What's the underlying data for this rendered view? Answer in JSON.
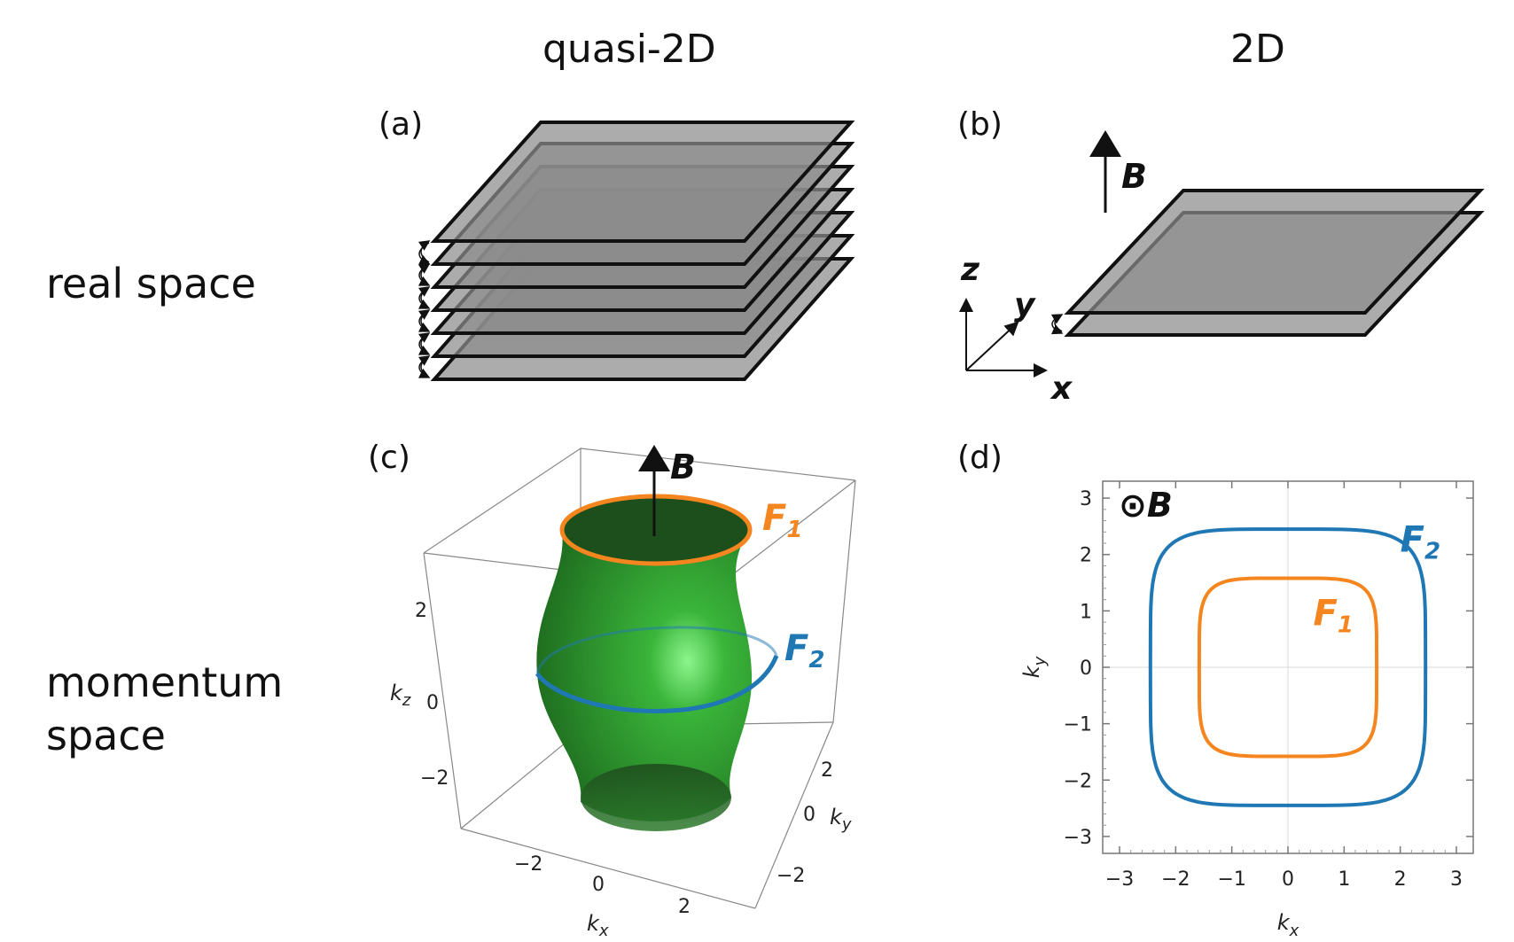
{
  "columns": {
    "quasi2d": "quasi-2D",
    "twod": "2D"
  },
  "rows": {
    "real": "real space",
    "momentum": [
      "momentum",
      "space"
    ]
  },
  "panels": {
    "a": "(a)",
    "b": "(b)",
    "c": "(c)",
    "d": "(d)"
  },
  "labels": {
    "B": "B",
    "odotB": "⊙B",
    "F1": "F",
    "F1_sub": "1",
    "F2": "F",
    "F2_sub": "2",
    "axis_x": "x",
    "axis_y": "y",
    "axis_z": "z"
  },
  "colors": {
    "orange": "#f5851f",
    "blue": "#1f77b4",
    "green": "#2f9e2f",
    "plane": "#8c8c8c"
  },
  "panel_c_axes": {
    "kz_label": "k",
    "kz_sub": "z",
    "ky_label": "k",
    "ky_sub": "y",
    "kx_label": "k",
    "kx_sub": "x",
    "kz_ticks": [
      "2",
      "0",
      "−2"
    ],
    "ky_ticks": [
      "2",
      "0",
      "−2"
    ],
    "kx_ticks": [
      "−2",
      "0",
      "2"
    ]
  },
  "chart_data": {
    "type": "line",
    "xlabel": "k_x",
    "ylabel": "k_y",
    "xlim": [
      -3.3,
      3.3
    ],
    "ylim": [
      -3.3,
      3.3
    ],
    "xticks": [
      "−3",
      "−2",
      "−1",
      "0",
      "1",
      "2",
      "3"
    ],
    "yticks": [
      "3",
      "2",
      "1",
      "0",
      "−1",
      "−2",
      "−3"
    ],
    "series": [
      {
        "name": "F1",
        "color": "#f5851f",
        "shape": "rounded-square",
        "half_width": 1.58
      },
      {
        "name": "F2",
        "color": "#1f77b4",
        "shape": "rounded-square",
        "half_width": 2.45
      }
    ]
  }
}
